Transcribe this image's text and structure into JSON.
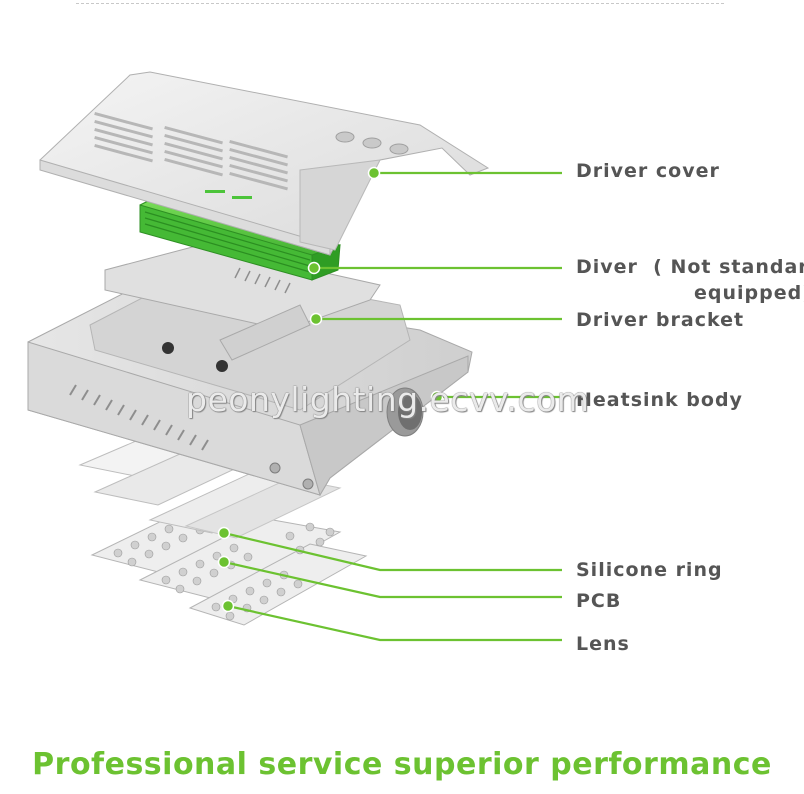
{
  "labels": {
    "driver_cover": "Driver cover",
    "driver": "Diver  ( Not standard",
    "driver_note": "equipped)",
    "driver_bracket": "Driver bracket",
    "heatsink_body": "Heatsink body",
    "silicone_ring": "Silicone ring",
    "pcb": "PCB",
    "lens": "Lens"
  },
  "watermark": "peonylighting.ecvv.com",
  "tagline": "Professional service superior performance",
  "colors": {
    "accent_green": "#6cc231",
    "driver_green": "#4cc43a",
    "label_gray": "#555555"
  }
}
